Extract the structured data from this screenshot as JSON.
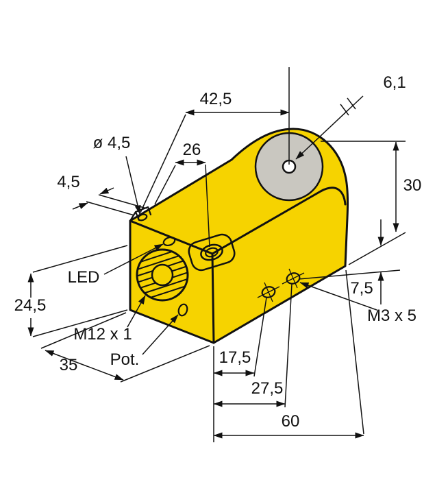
{
  "figure": {
    "type": "technical-drawing",
    "subject": "rectangular inductive proximity sensor with M12 connector, dimensional drawing"
  },
  "colors": {
    "body": "#F6D300",
    "sensing_face": "#C9C7C0",
    "line": "#111111",
    "background": "#FFFFFF"
  },
  "labels": {
    "top_width": "42,5",
    "hole_dia": "6,1",
    "notch_hole_dia": "ø 4,5",
    "hole_offset": "26",
    "notch_width": "4,5",
    "height": "30",
    "led": "LED",
    "left_height": "24,5",
    "connector": "M12 x 1",
    "depth": "35",
    "pot": "Pot.",
    "m3_offset_1": "17,5",
    "m3_height": "7,5",
    "m3_thread": "M3 x 5",
    "m3_offset_2": "27,5",
    "length": "60"
  }
}
